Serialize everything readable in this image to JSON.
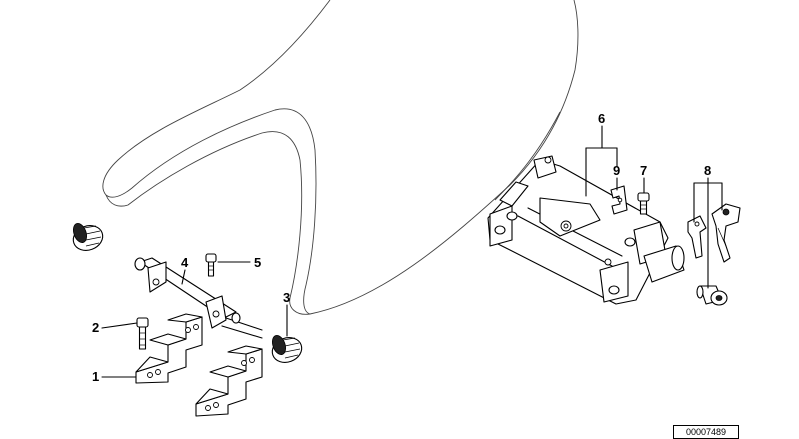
{
  "callouts": {
    "c1": "1",
    "c2": "2",
    "c3": "3",
    "c4": "4",
    "c5": "5",
    "c6": "6",
    "c7": "7",
    "c8": "8",
    "c9": "9"
  },
  "reference_number": "00007489"
}
